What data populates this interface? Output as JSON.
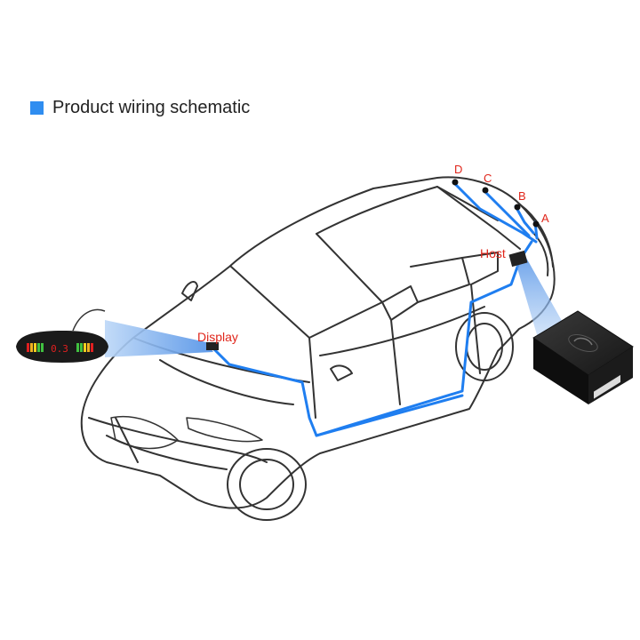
{
  "header": {
    "title": "Product wiring schematic",
    "accent_color": "#2f8df0"
  },
  "labels": {
    "display": "Display",
    "host": "Host",
    "sensor_d": "D",
    "sensor_c": "C",
    "sensor_b": "B",
    "sensor_a": "A",
    "label_color": "#e0261b"
  },
  "display_unit": {
    "readout": "0.3"
  },
  "colors": {
    "wire": "#1f7ef0",
    "outline": "#333333"
  }
}
